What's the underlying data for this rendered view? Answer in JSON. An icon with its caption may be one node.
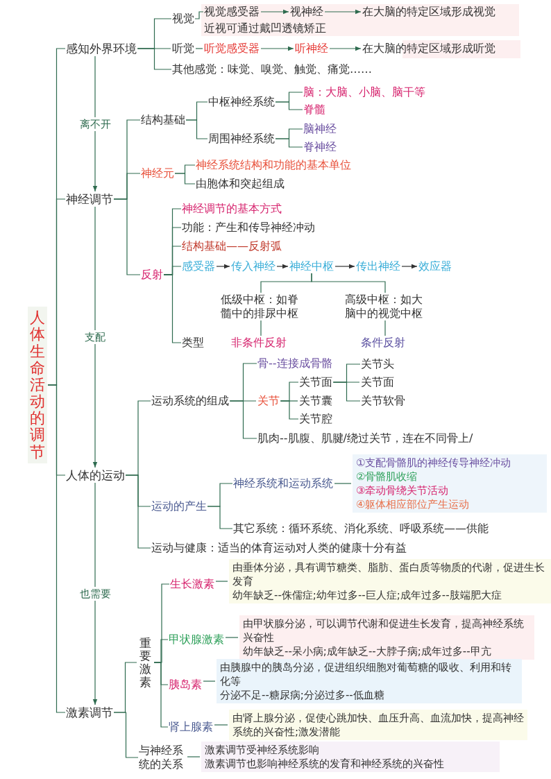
{
  "diagram": {
    "nodes": [
      {
        "text": [
          "人体生命活动的调节"
        ]
      },
      {
        "text": [
          "感知外界环境"
        ]
      },
      {
        "text": [
          "神经调节"
        ]
      },
      {
        "text": [
          "人体的运动"
        ]
      },
      {
        "text": [
          "激素调节"
        ]
      },
      {
        "text": [
          "视觉"
        ]
      },
      {
        "text": [
          "视觉感受器"
        ]
      },
      {
        "text": [
          "视神经"
        ]
      },
      {
        "text": [
          "在大脑的特定区域形成视觉"
        ]
      },
      {
        "text": [
          "近视可通过戴凹透镜矫正"
        ]
      },
      {
        "text": [
          "听觉"
        ]
      },
      {
        "text": [
          "听觉感受器"
        ]
      },
      {
        "text": [
          "听神经"
        ]
      },
      {
        "text": [
          "在大脑的特定区域形成听觉"
        ]
      },
      {
        "text": [
          "其他感觉：味觉、嗅觉、触觉、痛觉……"
        ]
      },
      {
        "text": [
          "结构基础"
        ]
      },
      {
        "text": [
          "中枢神经系统"
        ]
      },
      {
        "text": [
          "脑：大脑、小脑、脑干等"
        ]
      },
      {
        "text": [
          "脊髓"
        ]
      },
      {
        "text": [
          "周围神经系统"
        ]
      },
      {
        "text": [
          "脑神经"
        ]
      },
      {
        "text": [
          "脊神经"
        ]
      },
      {
        "text": [
          "神经元"
        ]
      },
      {
        "text": [
          "神经系统结构和功能的基本单位"
        ]
      },
      {
        "text": [
          "由胞体和突起组成"
        ]
      },
      {
        "text": [
          "反射"
        ]
      },
      {
        "text": [
          "神经调节的基本方式"
        ]
      },
      {
        "text": [
          "功能：产生和传导神经冲动"
        ]
      },
      {
        "text": [
          "结构基础——反射弧"
        ]
      },
      {
        "text": [
          "感受器"
        ]
      },
      {
        "text": [
          "传入神经"
        ]
      },
      {
        "text": [
          "神经中枢"
        ]
      },
      {
        "text": [
          "传出神经"
        ]
      },
      {
        "text": [
          "效应器"
        ]
      },
      {
        "text": [
          "低级中枢：如脊髓中的排尿中枢"
        ]
      },
      {
        "text": [
          "高级中枢：如大脑中的视觉中枢"
        ]
      },
      {
        "text": [
          "类型"
        ]
      },
      {
        "text": [
          "非条件反射"
        ]
      },
      {
        "text": [
          "条件反射"
        ]
      },
      {
        "text": [
          "运动系统的组成"
        ]
      },
      {
        "text": [
          "骨--连接成骨骼"
        ]
      },
      {
        "text": [
          "关节"
        ]
      },
      {
        "text": [
          "关节面"
        ]
      },
      {
        "text": [
          "关节囊"
        ]
      },
      {
        "text": [
          "关节腔"
        ]
      },
      {
        "text": [
          "关节头"
        ]
      },
      {
        "text": [
          "关节面"
        ]
      },
      {
        "text": [
          "关节软骨"
        ]
      },
      {
        "text": [
          "肌肉--肌腹、肌腱/绕过关节，连在不同骨上/"
        ]
      },
      {
        "text": [
          "运动的产生"
        ]
      },
      {
        "text": [
          "神经系统和运动系统"
        ]
      },
      {
        "text": [
          "①支配骨骼肌的神经传导神经冲动",
          "②骨骼肌收缩",
          "③牵动骨绕关节活动",
          "④躯体相应部位产生运动"
        ]
      },
      {
        "text": [
          "其它系统：循环系统、消化系统、呼吸系统——供能"
        ]
      },
      {
        "text": [
          "运动与健康：适当的体育运动对人类的健康十分有益"
        ]
      },
      {
        "text": [
          "重要激素"
        ]
      },
      {
        "text": [
          "生长激素"
        ]
      },
      {
        "text": [
          "由垂体分泌，具有调节糖类、脂肪、蛋白质等物质的代谢，促进生长发育",
          "幼年缺乏--侏儒症;幼年过多--巨人症;成年过多--肢端肥大症"
        ]
      },
      {
        "text": [
          "甲状腺激素"
        ]
      },
      {
        "text": [
          "由甲状腺分泌，可以调节代谢和促进生长发育，提高神经系统兴奋性",
          "幼年缺乏--呆小病;成年缺乏--大脖子病;成年过多--甲亢"
        ]
      },
      {
        "text": [
          "胰岛素"
        ]
      },
      {
        "text": [
          "由胰腺中的胰岛分泌，促进组织细胞对葡萄糖的吸收、利用和转化等",
          "分泌不足--糖尿病;分泌过多--低血糖"
        ]
      },
      {
        "text": [
          "肾上腺素"
        ]
      },
      {
        "text": [
          "由肾上腺分泌，促使心跳加快、血压升高、血流加快，提高神经系统的兴奋性;激发潜能"
        ]
      },
      {
        "text": [
          "与神经系统的关系"
        ]
      },
      {
        "text": [
          "激素调节受神经系统影响",
          "激素调节也影响神经系统的发育和神经系统的兴奋性"
        ]
      }
    ],
    "edges": [
      {
        "from": 0,
        "to": 1,
        "arrow": "none"
      },
      {
        "from": 0,
        "to": 2,
        "arrow": "none"
      },
      {
        "from": 0,
        "to": 3,
        "arrow": "none"
      },
      {
        "from": 0,
        "to": 4,
        "arrow": "none"
      },
      {
        "from": 1,
        "to": 2,
        "arrow": "to",
        "label": "离不开"
      },
      {
        "from": 2,
        "to": 3,
        "arrow": "to",
        "label": "支配"
      },
      {
        "from": 3,
        "to": 4,
        "arrow": "to",
        "label": "也需要"
      },
      {
        "from": 1,
        "to": 5,
        "arrow": "none"
      },
      {
        "from": 1,
        "to": 10,
        "arrow": "none"
      },
      {
        "from": 1,
        "to": 14,
        "arrow": "none"
      },
      {
        "from": 5,
        "to": 6,
        "arrow": "none"
      },
      {
        "from": 6,
        "to": 7,
        "arrow": "to"
      },
      {
        "from": 7,
        "to": 8,
        "arrow": "to"
      },
      {
        "from": 10,
        "to": 11,
        "arrow": "none"
      },
      {
        "from": 11,
        "to": 12,
        "arrow": "to"
      },
      {
        "from": 12,
        "to": 13,
        "arrow": "to"
      },
      {
        "from": 2,
        "to": 15,
        "arrow": "none"
      },
      {
        "from": 2,
        "to": 22,
        "arrow": "none"
      },
      {
        "from": 2,
        "to": 25,
        "arrow": "none"
      },
      {
        "from": 15,
        "to": 16,
        "arrow": "none"
      },
      {
        "from": 15,
        "to": 19,
        "arrow": "none"
      },
      {
        "from": 16,
        "to": 17,
        "arrow": "none"
      },
      {
        "from": 16,
        "to": 18,
        "arrow": "none"
      },
      {
        "from": 19,
        "to": 20,
        "arrow": "none"
      },
      {
        "from": 19,
        "to": 21,
        "arrow": "none"
      },
      {
        "from": 22,
        "to": 23,
        "arrow": "none"
      },
      {
        "from": 22,
        "to": 24,
        "arrow": "none"
      },
      {
        "from": 25,
        "to": 26,
        "arrow": "none"
      },
      {
        "from": 25,
        "to": 27,
        "arrow": "none"
      },
      {
        "from": 25,
        "to": 28,
        "arrow": "none"
      },
      {
        "from": 25,
        "to": 29,
        "arrow": "none"
      },
      {
        "from": 25,
        "to": 36,
        "arrow": "none"
      },
      {
        "from": 29,
        "to": 30,
        "arrow": "to",
        "color": "#333333"
      },
      {
        "from": 30,
        "to": 31,
        "arrow": "to",
        "color": "#333333"
      },
      {
        "from": 31,
        "to": 32,
        "arrow": "to",
        "color": "#333333"
      },
      {
        "from": 32,
        "to": 33,
        "arrow": "to",
        "color": "#333333"
      },
      {
        "from": 31,
        "to": 34,
        "arrow": "none"
      },
      {
        "from": 31,
        "to": 35,
        "arrow": "none"
      },
      {
        "from": 34,
        "to": 37,
        "arrow": "none"
      },
      {
        "from": 35,
        "to": 38,
        "arrow": "none"
      },
      {
        "from": 3,
        "to": 39,
        "arrow": "none"
      },
      {
        "from": 3,
        "to": 49,
        "arrow": "none"
      },
      {
        "from": 3,
        "to": 53,
        "arrow": "none"
      },
      {
        "from": 39,
        "to": 40,
        "arrow": "none"
      },
      {
        "from": 39,
        "to": 41,
        "arrow": "none"
      },
      {
        "from": 39,
        "to": 48,
        "arrow": "none"
      },
      {
        "from": 41,
        "to": 42,
        "arrow": "none"
      },
      {
        "from": 41,
        "to": 43,
        "arrow": "none"
      },
      {
        "from": 41,
        "to": 44,
        "arrow": "none"
      },
      {
        "from": 42,
        "to": 45,
        "arrow": "none"
      },
      {
        "from": 42,
        "to": 46,
        "arrow": "none"
      },
      {
        "from": 42,
        "to": 47,
        "arrow": "none"
      },
      {
        "from": 49,
        "to": 50,
        "arrow": "none"
      },
      {
        "from": 49,
        "to": 52,
        "arrow": "none"
      },
      {
        "from": 50,
        "to": 51,
        "arrow": "none"
      },
      {
        "from": 4,
        "to": 54,
        "arrow": "none"
      },
      {
        "from": 4,
        "to": 63,
        "arrow": "none"
      },
      {
        "from": 54,
        "to": 55,
        "arrow": "none"
      },
      {
        "from": 54,
        "to": 57,
        "arrow": "none"
      },
      {
        "from": 54,
        "to": 59,
        "arrow": "none"
      },
      {
        "from": 54,
        "to": 61,
        "arrow": "none"
      },
      {
        "from": 55,
        "to": 56,
        "arrow": "none"
      },
      {
        "from": 57,
        "to": 58,
        "arrow": "none"
      },
      {
        "from": 59,
        "to": 60,
        "arrow": "none"
      },
      {
        "from": 61,
        "to": 62,
        "arrow": "none"
      },
      {
        "from": 63,
        "to": 64,
        "arrow": "none"
      }
    ]
  }
}
